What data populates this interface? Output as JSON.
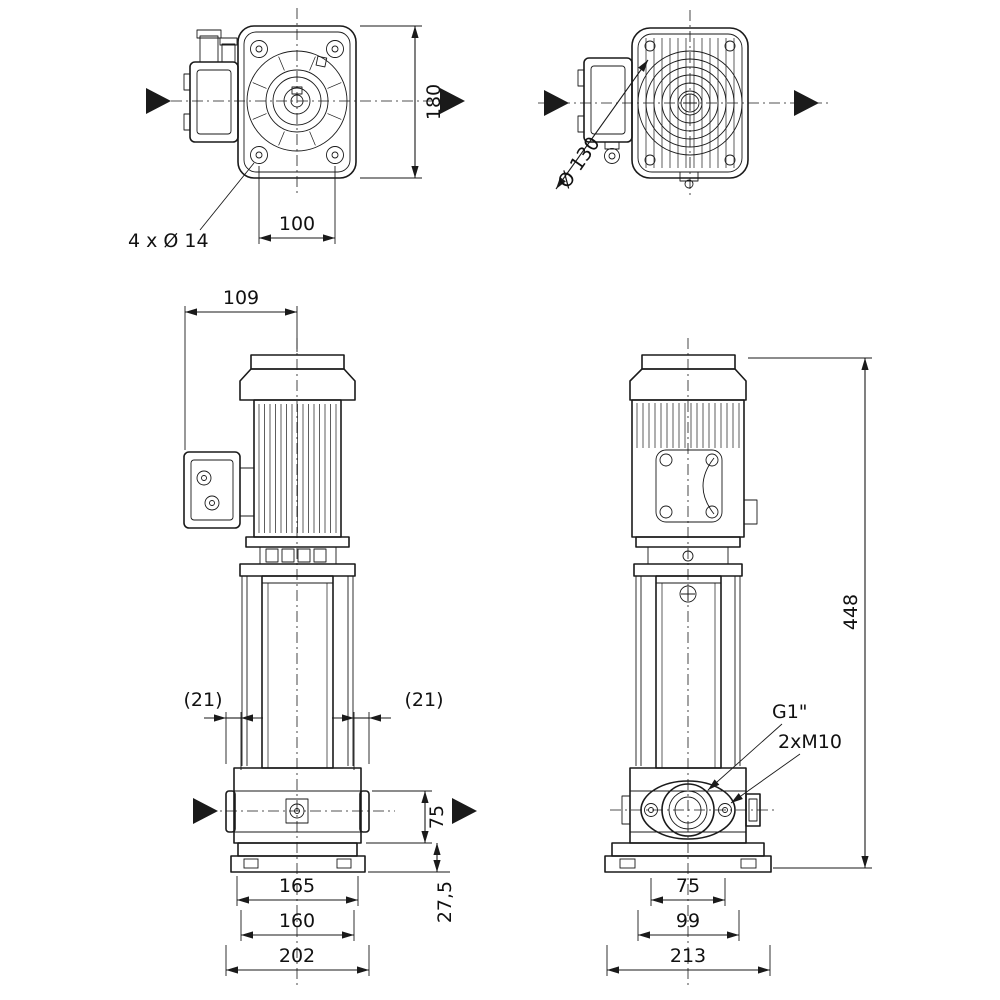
{
  "colors": {
    "ink": "#1a1a1a",
    "background": "#ffffff"
  },
  "views": {
    "top_flange": {
      "height": "180",
      "hole_spacing": "100",
      "holes_note": "4 x Ø 14"
    },
    "top_fan": {
      "diameter": "Ø 130"
    },
    "front": {
      "motor_width": "109",
      "left_overhang": "(21)",
      "right_overhang": "(21)",
      "port_height": "75",
      "foot_height": "27,5",
      "width_inner": "165",
      "width_mid": "160",
      "width_overall": "202"
    },
    "side": {
      "overall_height": "448",
      "port_thread": "G1\"",
      "anchor_bolts": "2xM10",
      "bolt_spacing": "75",
      "foot_width": "99",
      "base_width": "213"
    }
  }
}
